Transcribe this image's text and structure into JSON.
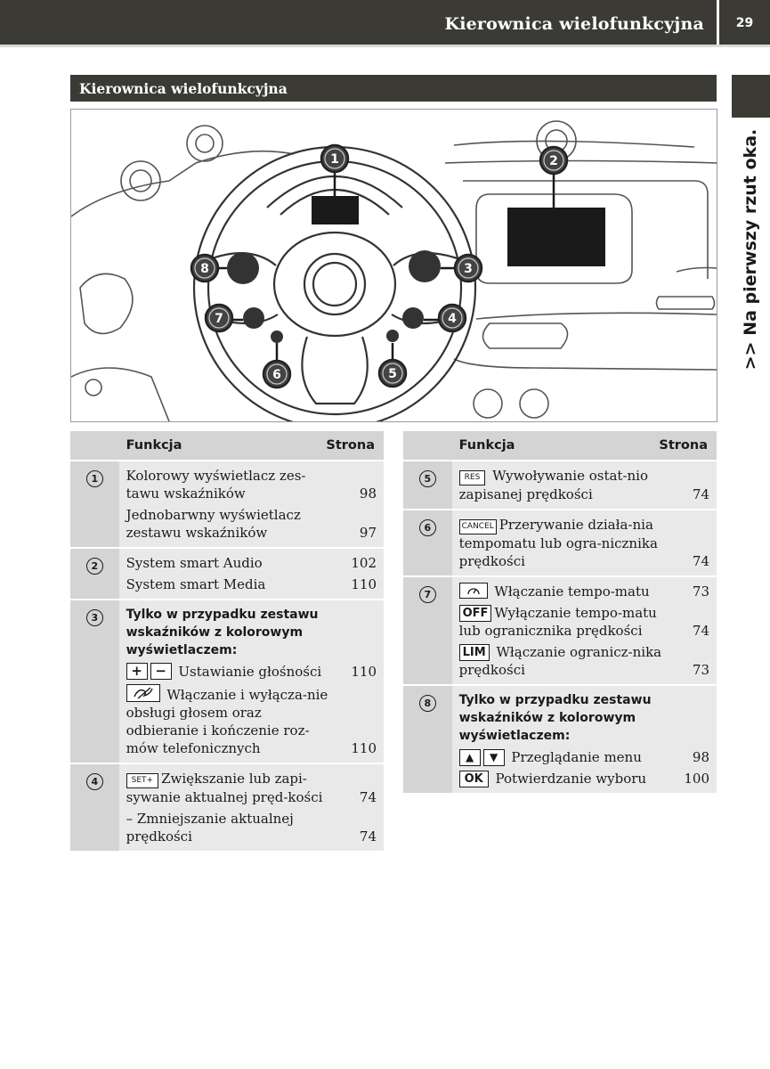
{
  "header": {
    "title": "Kierownica wielofunkcyjna",
    "page_number": "29"
  },
  "side_tab": {
    "label": ">> Na pierwszy rzut oka."
  },
  "section": {
    "title": "Kierownica wielofunkcyjna"
  },
  "illustration": {
    "callouts": [
      "1",
      "2",
      "3",
      "4",
      "5",
      "6",
      "7",
      "8"
    ]
  },
  "table_left": {
    "headers": {
      "function": "Funkcja",
      "page": "Strona"
    },
    "rows": [
      {
        "num": "1",
        "e1_text": "Kolorowy wyświetlacz zes-tawu wskaźników",
        "e1_page": "98",
        "e2_text": "Jednobarwny wyświetlacz zestawu wskaźników",
        "e2_page": "97"
      },
      {
        "num": "2",
        "e1_text": "System smart Audio",
        "e1_page": "102",
        "e2_text": "System smart Media",
        "e2_page": "110"
      },
      {
        "num": "3",
        "intro": "Tylko w przypadku zestawu wskaźników z kolorowym wyświetlaczem:",
        "key_plus": "+",
        "key_minus": "−",
        "e1_text": "Ustawianie głośności",
        "e1_page": "110",
        "e2_text": "Włączanie i wyłącza-nie obsługi głosem oraz odbieranie i kończenie roz-mów telefonicznych",
        "e2_page": "110"
      },
      {
        "num": "4",
        "key_set": "SET+",
        "e1_text": "Zwiększanie lub zapi-sywanie aktualnej pręd-kości",
        "e1_page": "74",
        "e2_text": "– Zmniejszanie aktualnej prędkości",
        "e2_page": "74"
      }
    ]
  },
  "table_right": {
    "headers": {
      "function": "Funkcja",
      "page": "Strona"
    },
    "rows": [
      {
        "num": "5",
        "key": "RES",
        "e1_text": "Wywoływanie ostat-nio zapisanej prędkości",
        "e1_page": "74"
      },
      {
        "num": "6",
        "key": "CANCEL",
        "e1_text": "Przerywanie działa-nia tempomatu lub ogra-nicznika prędkości",
        "e1_page": "74"
      },
      {
        "num": "7",
        "e1_text": "Włączanie tempo-matu",
        "e1_page": "73",
        "key_off": "OFF",
        "e2_text": "Wyłączanie tempo-matu lub ogranicznika prędkości",
        "e2_page": "74",
        "key_lim": "LIM",
        "e3_text": "Włączanie ogranicz-nika prędkości",
        "e3_page": "73"
      },
      {
        "num": "8",
        "intro": "Tylko w przypadku zestawu wskaźników z kolorowym wyświetlaczem:",
        "key_up": "▲",
        "key_down": "▼",
        "e1_text": "Przeglądanie menu",
        "e1_page": "98",
        "key_ok": "OK",
        "e2_text": "Potwierdzanie wyboru",
        "e2_page": "100"
      }
    ]
  }
}
